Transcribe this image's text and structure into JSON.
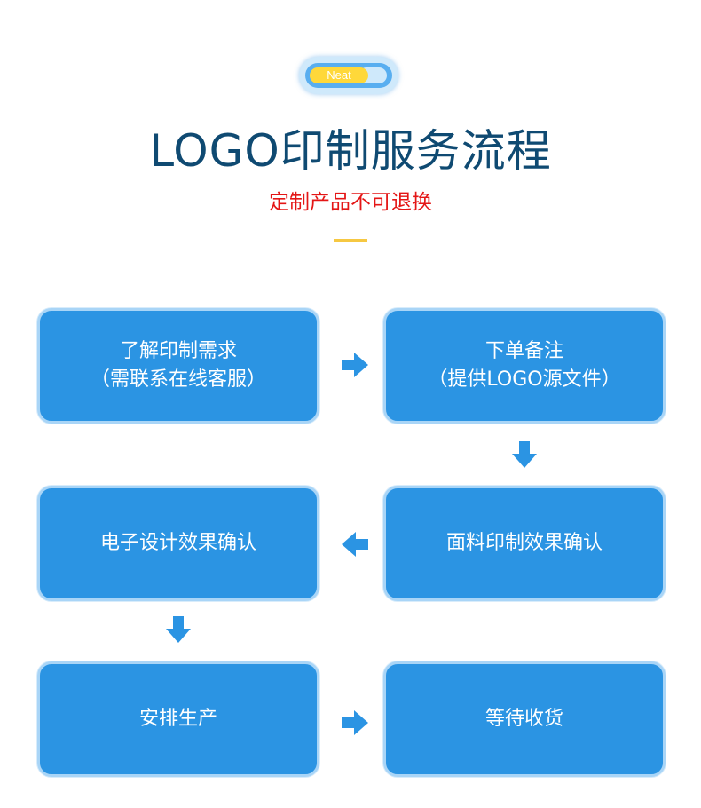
{
  "brand": {
    "badge_label": "Neat"
  },
  "header": {
    "title": "LOGO印制服务流程",
    "subtitle": "定制产品不可退换"
  },
  "steps": [
    {
      "line1": "了解印制需求",
      "line2": "（需联系在线客服）"
    },
    {
      "line1": "下单备注",
      "line2": "（提供LOGO源文件）"
    },
    {
      "line1": "电子设计效果确认",
      "line2": ""
    },
    {
      "line1": "面料印制效果确认",
      "line2": ""
    },
    {
      "line1": "安排生产",
      "line2": ""
    },
    {
      "line1": "等待收货",
      "line2": ""
    }
  ],
  "colors": {
    "title": "#0f4a72",
    "subtitle": "#e41616",
    "box_fill": "#2b94e3",
    "box_border": "#a9d5f7",
    "arrow": "#2b94e3",
    "underline": "#f6c842",
    "badge_knob": "#ffd83a"
  },
  "icons": {
    "arrow_right": "arrow-right-icon",
    "arrow_left": "arrow-left-icon",
    "arrow_down": "arrow-down-icon"
  }
}
